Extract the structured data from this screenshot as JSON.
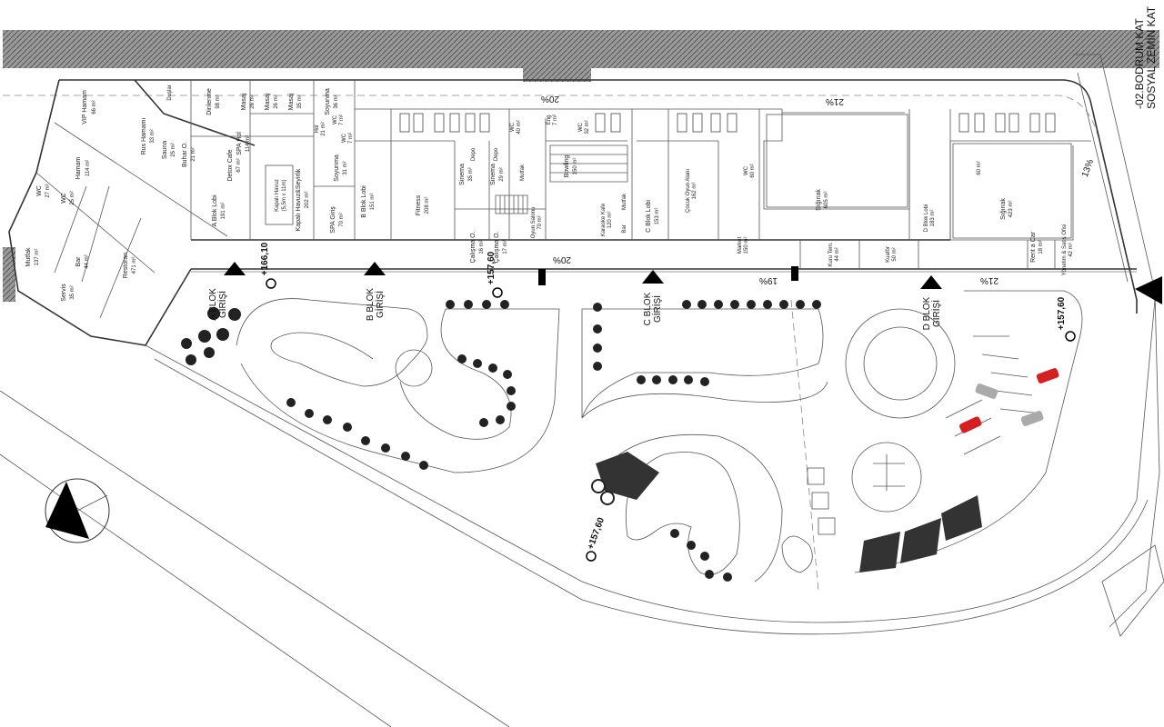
{
  "title": {
    "line1": "-02.BODRUM KAT",
    "line2": "SOSYAL ZEMİN KAT"
  },
  "rooms": [
    {
      "name": "VIP Hamam",
      "area": "66 m²"
    },
    {
      "name": "Hamam",
      "area": "114 m²"
    },
    {
      "name": "Rus Hamamı",
      "area": "33 m²"
    },
    {
      "name": "Sauna",
      "area": "25 m²"
    },
    {
      "name": "Buhar O.",
      "area": "21 m²"
    },
    {
      "name": "WC",
      "area": "27 m²"
    },
    {
      "name": "WC",
      "area": "25 m²"
    },
    {
      "name": "Mutfak",
      "area": "137 m²"
    },
    {
      "name": "Bar",
      "area": "44 m²"
    },
    {
      "name": "Servis",
      "area": "35 m²"
    },
    {
      "name": "Restoran",
      "area": "471 m²"
    },
    {
      "name": "Detox Cafe",
      "area": "67 m²"
    },
    {
      "name": "A Blok Lobi",
      "area": "191 m²"
    },
    {
      "name": "Dinlenme",
      "area": "98 m²"
    },
    {
      "name": "Duşlar",
      "area": ""
    },
    {
      "name": "Masaj",
      "area": "26 m²"
    },
    {
      "name": "Masaj",
      "area": "26 m²"
    },
    {
      "name": "Masaj",
      "area": "35 m²"
    },
    {
      "name": "SPA Hol",
      "area": "114 m²"
    },
    {
      "name": "Kapalı Havuz&Seyirlik",
      "area": "202 m²"
    },
    {
      "name": "Kapalı Havuz",
      "area": "(5,5m x 11m)"
    },
    {
      "name": "Soyunma",
      "area": "36 m²"
    },
    {
      "name": "Soyunma",
      "area": "31 m²"
    },
    {
      "name": "WC",
      "area": "7 m²"
    },
    {
      "name": "WC",
      "area": "7 m²"
    },
    {
      "name": "Hol",
      "area": "21 m²"
    },
    {
      "name": "SPA Giriş",
      "area": "70 m²"
    },
    {
      "name": "B Blok Lobi",
      "area": "151 m²"
    },
    {
      "name": "Fitness",
      "area": "208 m²"
    },
    {
      "name": "Sinema",
      "area": "35 m²"
    },
    {
      "name": "Sinema",
      "area": "29 m²"
    },
    {
      "name": "WC",
      "area": "40 m²"
    },
    {
      "name": "Eng",
      "area": "7 m²"
    },
    {
      "name": "WC",
      "area": "32 m²"
    },
    {
      "name": "Mutfak",
      "area": ""
    },
    {
      "name": "Bowling",
      "area": "150 m²"
    },
    {
      "name": "Çalışma O.",
      "area": "16 m²"
    },
    {
      "name": "Çalışma O.",
      "area": "17 m²"
    },
    {
      "name": "Oyun Salonu",
      "area": "70 m²"
    },
    {
      "name": "Karaoke Kafe",
      "area": "120 m²"
    },
    {
      "name": "Mutfak",
      "area": ""
    },
    {
      "name": "Bar",
      "area": ""
    },
    {
      "name": "C Blok Lobi",
      "area": "153 m²"
    },
    {
      "name": "Çocuk Oyun Alanı",
      "area": "162 m²"
    },
    {
      "name": "WC",
      "area": "60 m²"
    },
    {
      "name": "Market",
      "area": "150 m²"
    },
    {
      "name": "Sığınak",
      "area": "605 m²"
    },
    {
      "name": "Kuru Tem.",
      "area": "44 m²"
    },
    {
      "name": "Kuaför",
      "area": "50 m²"
    },
    {
      "name": "D Blok Lobi",
      "area": "183 m²"
    },
    {
      "name": "",
      "area": "60 m²"
    },
    {
      "name": "Sığınak",
      "area": "423 m²"
    },
    {
      "name": "Rent a Car",
      "area": "18 m²"
    },
    {
      "name": "Yönetim & Satış Ofisi",
      "area": "42 m²"
    },
    {
      "name": "Depo",
      "area": ""
    },
    {
      "name": "Depo",
      "area": ""
    }
  ],
  "slopes": [
    "20%",
    "21%",
    "20%",
    "19%",
    "21%",
    "13%"
  ],
  "entrances": [
    {
      "l1": "A BLOK",
      "l2": "GİRİŞİ"
    },
    {
      "l1": "B BLOK",
      "l2": "GİRİŞİ"
    },
    {
      "l1": "C BLOK",
      "l2": "GİRİŞİ"
    },
    {
      "l1": "D BLOK",
      "l2": "GİRİŞİ"
    }
  ],
  "levels": [
    "+166,10",
    "+157,60",
    "+157,60",
    "+157,60"
  ],
  "colors": {
    "line": "#333333",
    "hatch": "#8a8a8a",
    "car_red": "#d42020"
  }
}
